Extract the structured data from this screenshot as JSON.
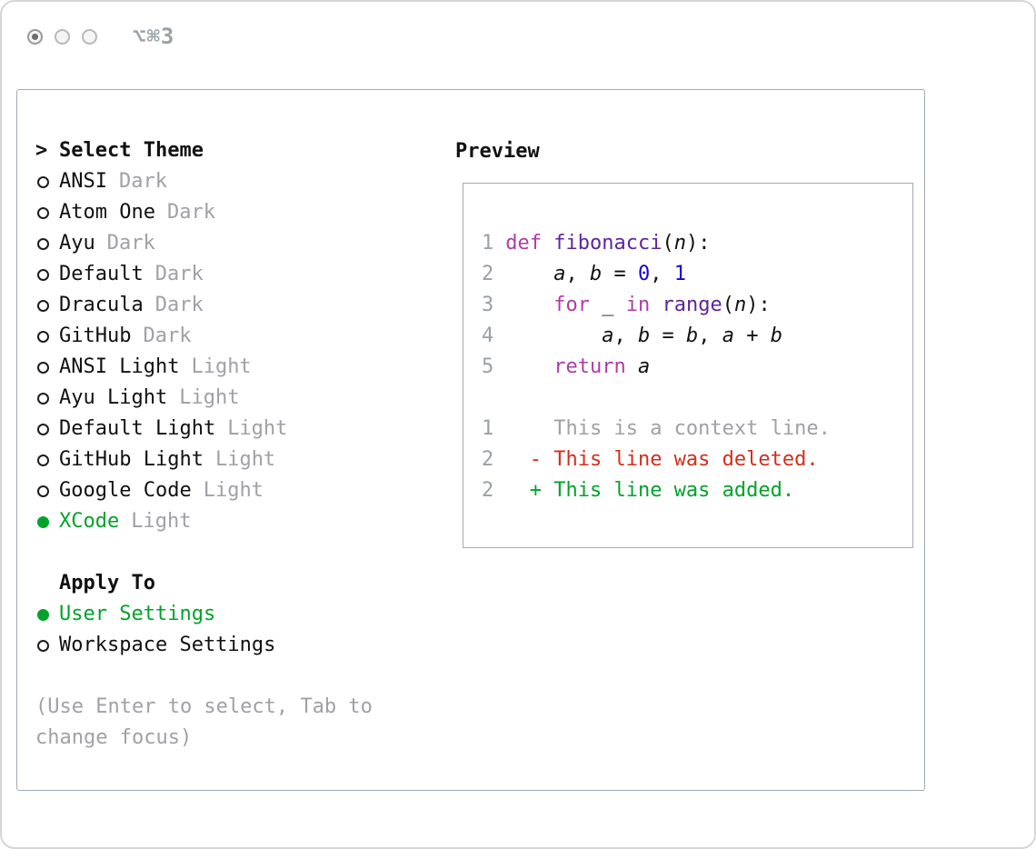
{
  "window": {
    "shortcut": "⌥⌘3"
  },
  "selector": {
    "prompt": ">",
    "title": "Select Theme",
    "themes": [
      {
        "name": "ANSI",
        "variant": "Dark",
        "selected": false
      },
      {
        "name": "Atom One",
        "variant": "Dark",
        "selected": false
      },
      {
        "name": "Ayu",
        "variant": "Dark",
        "selected": false
      },
      {
        "name": "Default",
        "variant": "Dark",
        "selected": false
      },
      {
        "name": "Dracula",
        "variant": "Dark",
        "selected": false
      },
      {
        "name": "GitHub",
        "variant": "Dark",
        "selected": false
      },
      {
        "name": "ANSI Light",
        "variant": "Light",
        "selected": false
      },
      {
        "name": "Ayu Light",
        "variant": "Light",
        "selected": false
      },
      {
        "name": "Default Light",
        "variant": "Light",
        "selected": false
      },
      {
        "name": "GitHub Light",
        "variant": "Light",
        "selected": false
      },
      {
        "name": "Google Code",
        "variant": "Light",
        "selected": false
      },
      {
        "name": "XCode",
        "variant": "Light",
        "selected": true
      }
    ],
    "apply_to": {
      "title": "Apply To",
      "options": [
        {
          "label": "User Settings",
          "selected": true
        },
        {
          "label": "Workspace Settings",
          "selected": false
        }
      ]
    },
    "hint": "(Use Enter to select, Tab to change focus)"
  },
  "preview": {
    "title": "Preview",
    "code_lines": [
      {
        "num": "1",
        "tokens": [
          {
            "t": "def ",
            "c": "keyword"
          },
          {
            "t": "fibonacci",
            "c": "function"
          },
          {
            "t": "(",
            "c": "plain"
          },
          {
            "t": "n",
            "c": "variable"
          },
          {
            "t": "):",
            "c": "plain"
          }
        ]
      },
      {
        "num": "2",
        "tokens": [
          {
            "t": "    ",
            "c": "plain"
          },
          {
            "t": "a",
            "c": "variable"
          },
          {
            "t": ", ",
            "c": "plain"
          },
          {
            "t": "b",
            "c": "variable"
          },
          {
            "t": " = ",
            "c": "plain"
          },
          {
            "t": "0",
            "c": "number"
          },
          {
            "t": ", ",
            "c": "plain"
          },
          {
            "t": "1",
            "c": "number"
          }
        ]
      },
      {
        "num": "3",
        "tokens": [
          {
            "t": "    ",
            "c": "plain"
          },
          {
            "t": "for ",
            "c": "keyword"
          },
          {
            "t": "_ ",
            "c": "plain"
          },
          {
            "t": "in ",
            "c": "keyword"
          },
          {
            "t": "range",
            "c": "function"
          },
          {
            "t": "(",
            "c": "plain"
          },
          {
            "t": "n",
            "c": "variable"
          },
          {
            "t": "):",
            "c": "plain"
          }
        ]
      },
      {
        "num": "4",
        "tokens": [
          {
            "t": "        ",
            "c": "plain"
          },
          {
            "t": "a",
            "c": "variable"
          },
          {
            "t": ", ",
            "c": "plain"
          },
          {
            "t": "b",
            "c": "variable"
          },
          {
            "t": " = ",
            "c": "plain"
          },
          {
            "t": "b",
            "c": "variable"
          },
          {
            "t": ", ",
            "c": "plain"
          },
          {
            "t": "a",
            "c": "variable"
          },
          {
            "t": " + ",
            "c": "plain"
          },
          {
            "t": "b",
            "c": "variable"
          }
        ]
      },
      {
        "num": "5",
        "tokens": [
          {
            "t": "    ",
            "c": "plain"
          },
          {
            "t": "return ",
            "c": "keyword"
          },
          {
            "t": "a",
            "c": "variable"
          }
        ]
      }
    ],
    "diff_lines": [
      {
        "num": "1",
        "text": "    This is a context line.",
        "kind": "context"
      },
      {
        "num": "2",
        "text": "  - This line was deleted.",
        "kind": "deleted"
      },
      {
        "num": "2",
        "text": "  + This line was added.",
        "kind": "added"
      }
    ],
    "palette": {
      "keyword": "#ad3da4",
      "function": "#5c2699",
      "number": "#1c00cf",
      "plain": "#111111",
      "variable": "#111111",
      "line_number": "#9aa0a6",
      "context": "#a0a0a6",
      "deleted": "#d12f1b",
      "added": "#00a32a"
    }
  },
  "colors": {
    "selected": "#00a32a",
    "variant": "#a0a0a6",
    "hint": "#a0a0a6",
    "border": "#a2abb3",
    "text": "#111111"
  }
}
